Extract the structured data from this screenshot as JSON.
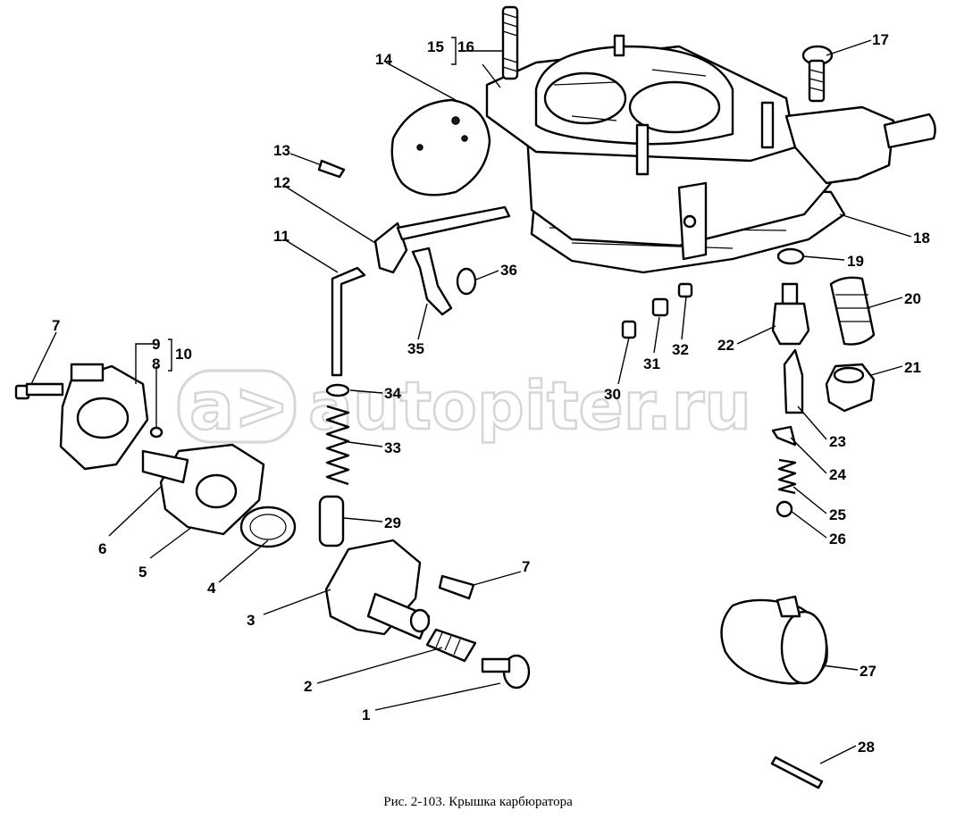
{
  "watermark": {
    "text": "autopiter.ru",
    "logo_glyph": "a>"
  },
  "caption": "Рис. 2-103. Крышка карбюратора",
  "callouts": {
    "c1": "1",
    "c2": "2",
    "c3": "3",
    "c4": "4",
    "c5": "5",
    "c6": "6",
    "c7a": "7",
    "c7b": "7",
    "c8": "8",
    "c9": "9",
    "c10": "10",
    "c11": "11",
    "c12": "12",
    "c13": "13",
    "c14": "14",
    "c15": "15",
    "c16": "16",
    "c17": "17",
    "c18": "18",
    "c19": "19",
    "c20": "20",
    "c21": "21",
    "c22": "22",
    "c23": "23",
    "c24": "24",
    "c25": "25",
    "c26": "26",
    "c27": "27",
    "c28": "28",
    "c29": "29",
    "c30": "30",
    "c31": "31",
    "c32": "32",
    "c33": "33",
    "c34": "34",
    "c35": "35",
    "c36": "36"
  }
}
